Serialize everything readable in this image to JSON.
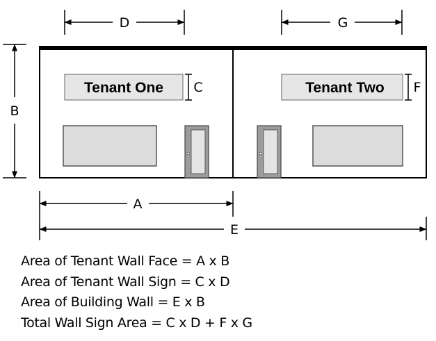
{
  "dimensions": {
    "A": "A",
    "B": "B",
    "C": "C",
    "D": "D",
    "E": "E",
    "F": "F",
    "G": "G"
  },
  "signs": {
    "tenant_one": "Tenant One",
    "tenant_two": "Tenant Two"
  },
  "formulas": [
    "Area of Tenant Wall Face = A x B",
    "Area of Tenant Wall Sign = C x D",
    "Area of Building Wall = E x B",
    "Total Wall Sign Area = C x D + F x G"
  ],
  "colors": {
    "wall": "#ffffff",
    "window": "#dcdcdc",
    "sign": "#e6e6e6",
    "door": "#9c9c9c",
    "door_panel": "#e4e4e4",
    "line": "#000000"
  }
}
